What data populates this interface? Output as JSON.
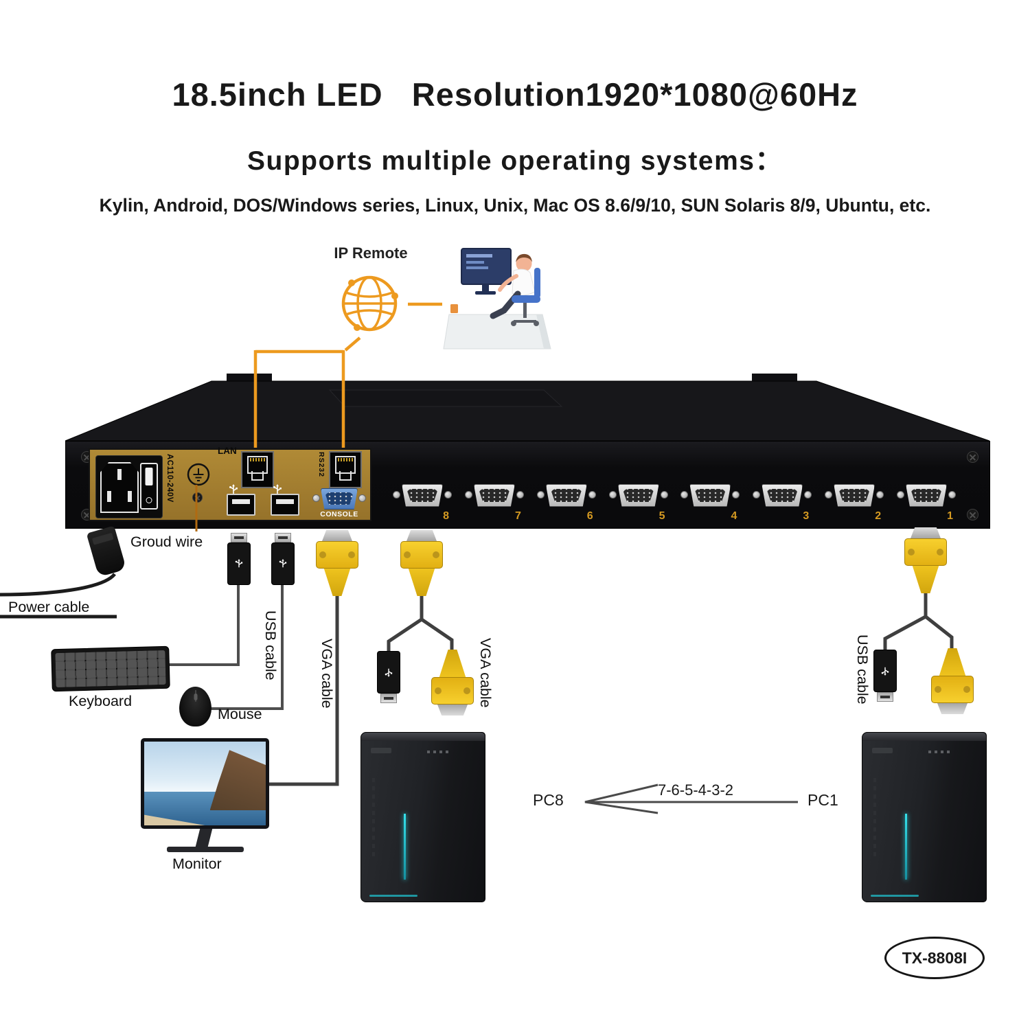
{
  "header": {
    "title": "18.5inch LED   Resolution1920*1080@60Hz",
    "subtitle": "Supports multiple operating systems：",
    "os_list": "Kylin, Android, DOS/Windows series, Linux, Unix, Mac OS 8.6/9/10, SUN Solaris 8/9, Ubuntu, etc."
  },
  "ip_remote": {
    "label": "IP Remote"
  },
  "device": {
    "lan_label": "LAN",
    "rs232_label": "RS232",
    "console_label": "CONSOLE",
    "ac_label": "AC110-240V",
    "port_numbers": [
      "8",
      "7",
      "6",
      "5",
      "4",
      "3",
      "2",
      "1"
    ]
  },
  "labels": {
    "ground_wire": "Groud wire",
    "power_cable": "Power cable",
    "keyboard": "Keyboard",
    "mouse": "Mouse",
    "monitor": "Monitor",
    "usb_cable": "USB cable",
    "vga_cable": "VGA cable"
  },
  "connection": {
    "pc_left": "PC8",
    "sequence": "7-6-5-4-3-2",
    "pc_right": "PC1"
  },
  "badge": {
    "model": "TX-8808I"
  },
  "colors": {
    "accent_orange": "#ED9A1F",
    "panel_gold": "#A5812F",
    "vga_yellow": "#F2C614",
    "console_blue": "#5E8FD0",
    "device_black": "#0D0D0F",
    "cyan_accent": "#2AD0DC"
  }
}
